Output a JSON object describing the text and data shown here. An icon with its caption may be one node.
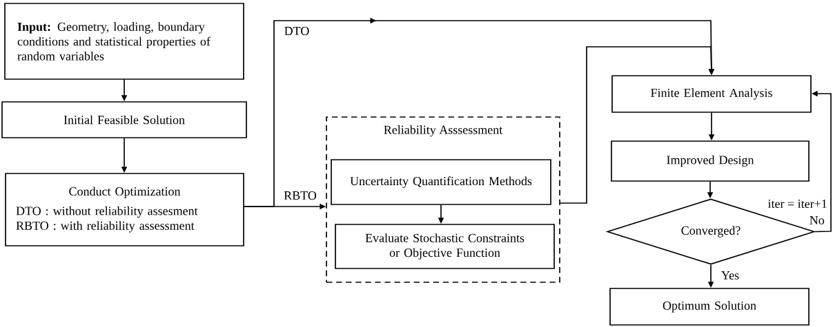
{
  "diagram": {
    "nodes": [
      {
        "text": [
          "**Input:** Geometry, loading, boundary conditions and statistical properties of random variables"
        ]
      },
      {
        "text": [
          "Initial Feasible Solution"
        ]
      },
      {
        "text": [
          "Conduct Optimization",
          "DTO : without reliability assesment",
          "RBTO : with reliability assessment"
        ]
      },
      {
        "text": [
          "Reliability Asssessment"
        ]
      },
      {
        "text": [
          "Uncertainty Quantification Methods"
        ],
        "in": 3
      },
      {
        "text": [
          "Evaluate Stochastic Constraints or Objective Function"
        ],
        "in": 3
      },
      {
        "text": [
          "Finite Element Analysis"
        ]
      },
      {
        "text": [
          "Improved Design"
        ]
      },
      {
        "text": [
          "Converged?"
        ]
      },
      {
        "text": [
          "Optimum Solution"
        ]
      }
    ],
    "edges": [
      {
        "from": 0,
        "to": 1,
        "arrow": "to"
      },
      {
        "from": 1,
        "to": 2,
        "arrow": "to"
      },
      {
        "from": 2,
        "to": 3,
        "arrow": "to",
        "label": "RBTO"
      },
      {
        "from": 2,
        "to": 6,
        "arrow": "to",
        "label": "DTO"
      },
      {
        "from": 4,
        "to": 5,
        "arrow": "to"
      },
      {
        "from": 3,
        "to": 6,
        "arrow": "to"
      },
      {
        "from": 6,
        "to": 7,
        "arrow": "to"
      },
      {
        "from": 7,
        "to": 8,
        "arrow": "to"
      },
      {
        "from": 8,
        "to": 9,
        "arrow": "to",
        "label": "Yes"
      },
      {
        "from": 8,
        "to": 6,
        "arrow": "to",
        "label": "No"
      }
    ],
    "labels": [
      "iter = iter+1"
    ]
  }
}
